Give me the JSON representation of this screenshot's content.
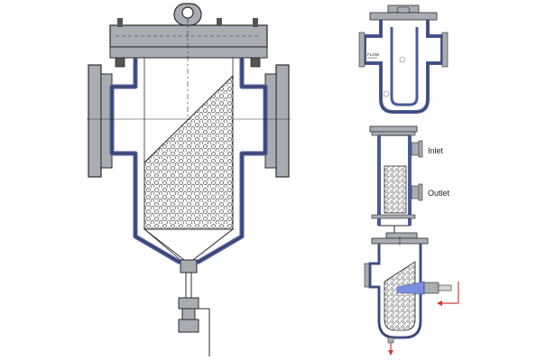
{
  "figure": {
    "colors": {
      "background": "#ffffff",
      "flange_gray": "#a9adb3",
      "liner_blue": "#4a5a9a",
      "outline": "#2a2a2a",
      "fluid_blue": "#7a8fe0",
      "arrow_red": "#d23a3a"
    },
    "views": {
      "main": {
        "kind": "large cut-away with perforated basket and drain valve"
      },
      "top_right": {
        "kind": "cut-away with flow path",
        "flow_label": "FLOW"
      },
      "middle_right": {
        "kind": "side view with basket",
        "inlet_label": "Inlet",
        "outlet_label": "Outlet"
      },
      "bottom_right": {
        "kind": "cut-away with injected flow",
        "arrows": [
          "inlet-arrow",
          "drain-arrow"
        ]
      }
    },
    "icons": [
      "lifting-eye-icon",
      "bolt-icon",
      "drain-valve-icon",
      "red-arrow-icon"
    ]
  }
}
